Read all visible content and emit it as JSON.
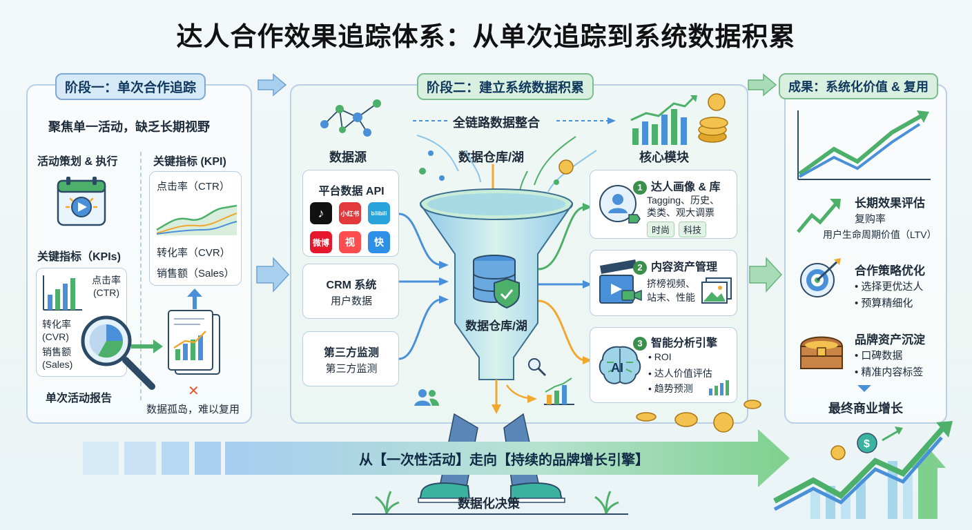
{
  "title": "达人合作效果追踪体系：从单次追踪到系统数据积累",
  "stage1": {
    "tag": "阶段一：单次合作追踪",
    "subtitle": "聚焦单一活动，缺乏长期视野",
    "plan_label": "活动策划 & 执行",
    "kpi_box_title": "关键指标 (KPI)",
    "kpi_box_items": [
      "点击率（CTR）",
      "转化率（CVR）",
      "销售额（Sales）"
    ],
    "kpis_label": "关键指标（KPIs)",
    "report_items": [
      "点击率\n(CTR)",
      "转化率\n(CVR)",
      "销售额\n(Sales)"
    ],
    "report_label": "单次活动报告",
    "silo_text": "数据孤岛，难以复用"
  },
  "stage2": {
    "tag": "阶段二：建立系统数据积累",
    "integration": "全链路数据整合",
    "source_label": "数据源",
    "warehouse_label": "数据仓库/湖",
    "modules_label": "核心模块",
    "sources": [
      {
        "title": "平台数据 API"
      },
      {
        "title": "CRM 系统",
        "sub": "用户数据"
      },
      {
        "title": "第三方监测",
        "sub": "第三方监测"
      }
    ],
    "app_icons": [
      "♪",
      "小红书",
      "bilibili",
      "微博",
      "视",
      "快"
    ],
    "funnel_label": "数据仓库/湖",
    "modules": [
      {
        "num": "1",
        "title": "达人画像 & 库",
        "desc": "Tagging、历史、\n类类、观大调票",
        "chips": [
          "时尚",
          "科技"
        ]
      },
      {
        "num": "2",
        "title": "内容资产管理",
        "desc": "挤榜视频、\n站末、性能"
      },
      {
        "num": "3",
        "title": "智能分析引擎",
        "items": [
          "• ROI",
          "• 达人价值评估",
          "• 趋势预测"
        ],
        "ai": "AI"
      }
    ]
  },
  "result": {
    "tag": "成果：系统化价值 & 复用",
    "items": [
      {
        "title": "长期效果评估",
        "lines": [
          "复购率",
          "用户生命周期价值（LTV）"
        ]
      },
      {
        "title": "合作策略优化",
        "lines": [
          "• 选择更优达人",
          "• 预算精细化"
        ]
      },
      {
        "title": "品牌资产沉淀",
        "lines": [
          "• 口碑数据",
          "• 精准内容标签"
        ]
      }
    ],
    "final": "最终商业增长"
  },
  "banner": "从【一次性活动】走向【持续的品牌增长引擎】",
  "decision": "数据化决策",
  "colors": {
    "blue": "#4a90d9",
    "green": "#4caf6a",
    "orange": "#f0a830",
    "teal": "#3fb5a0",
    "red": "#e4572e"
  }
}
